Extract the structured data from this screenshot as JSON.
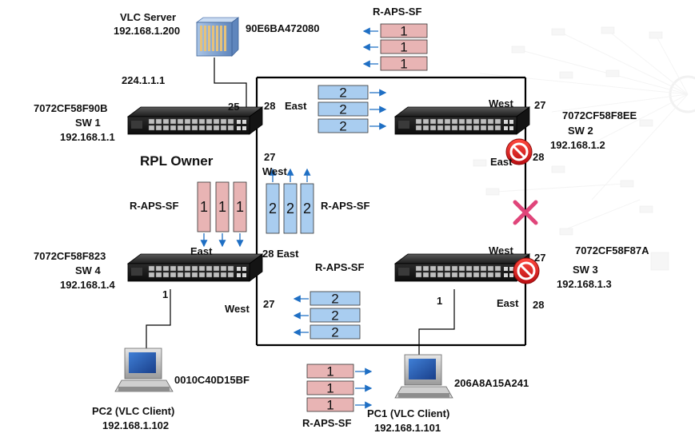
{
  "server": {
    "title": "VLC Server",
    "ip": "192.168.1.200",
    "mac": "90E6BA472080",
    "multicast": "224.1.1.1",
    "port": "25"
  },
  "rpl_owner": "RPL Owner",
  "switches": {
    "sw1": {
      "mac": "7072CF58F90B",
      "name": "SW 1",
      "ip": "192.168.1.1",
      "port_east": "28",
      "port_west": "27",
      "east": "East",
      "west": "West"
    },
    "sw2": {
      "mac": "7072CF58F8EE",
      "name": "SW 2",
      "ip": "192.168.1.2",
      "port_west": "27",
      "port_east": "28",
      "west": "West",
      "east": "East"
    },
    "sw3": {
      "mac": "7072CF58F87A",
      "name": "SW 3",
      "ip": "192.168.1.3",
      "port_west": "27",
      "port_east": "28",
      "west": "West",
      "east": "East",
      "port_pc": "1"
    },
    "sw4": {
      "mac": "7072CF58F823",
      "name": "SW 4",
      "ip": "192.168.1.4",
      "port_east": "28",
      "port_west": "27",
      "east": "East",
      "west": "West",
      "port_pc": "1"
    }
  },
  "pcs": {
    "pc2": {
      "mac": "0010C40D15BF",
      "name": "PC2 (VLC Client)",
      "ip": "192.168.1.102"
    },
    "pc1": {
      "mac": "206A8A15A241",
      "name": "PC1 (VLC Client)",
      "ip": "192.168.1.101"
    }
  },
  "raps": {
    "label": "R-APS-SF",
    "num1": "1",
    "num2": "2"
  },
  "colors": {
    "pkt1_fill": "#e8b4b4",
    "pkt2_fill": "#a9cdf0",
    "arrow": "#1f6fc4",
    "block": "#e8151b",
    "fail_x": "#e0457a"
  }
}
